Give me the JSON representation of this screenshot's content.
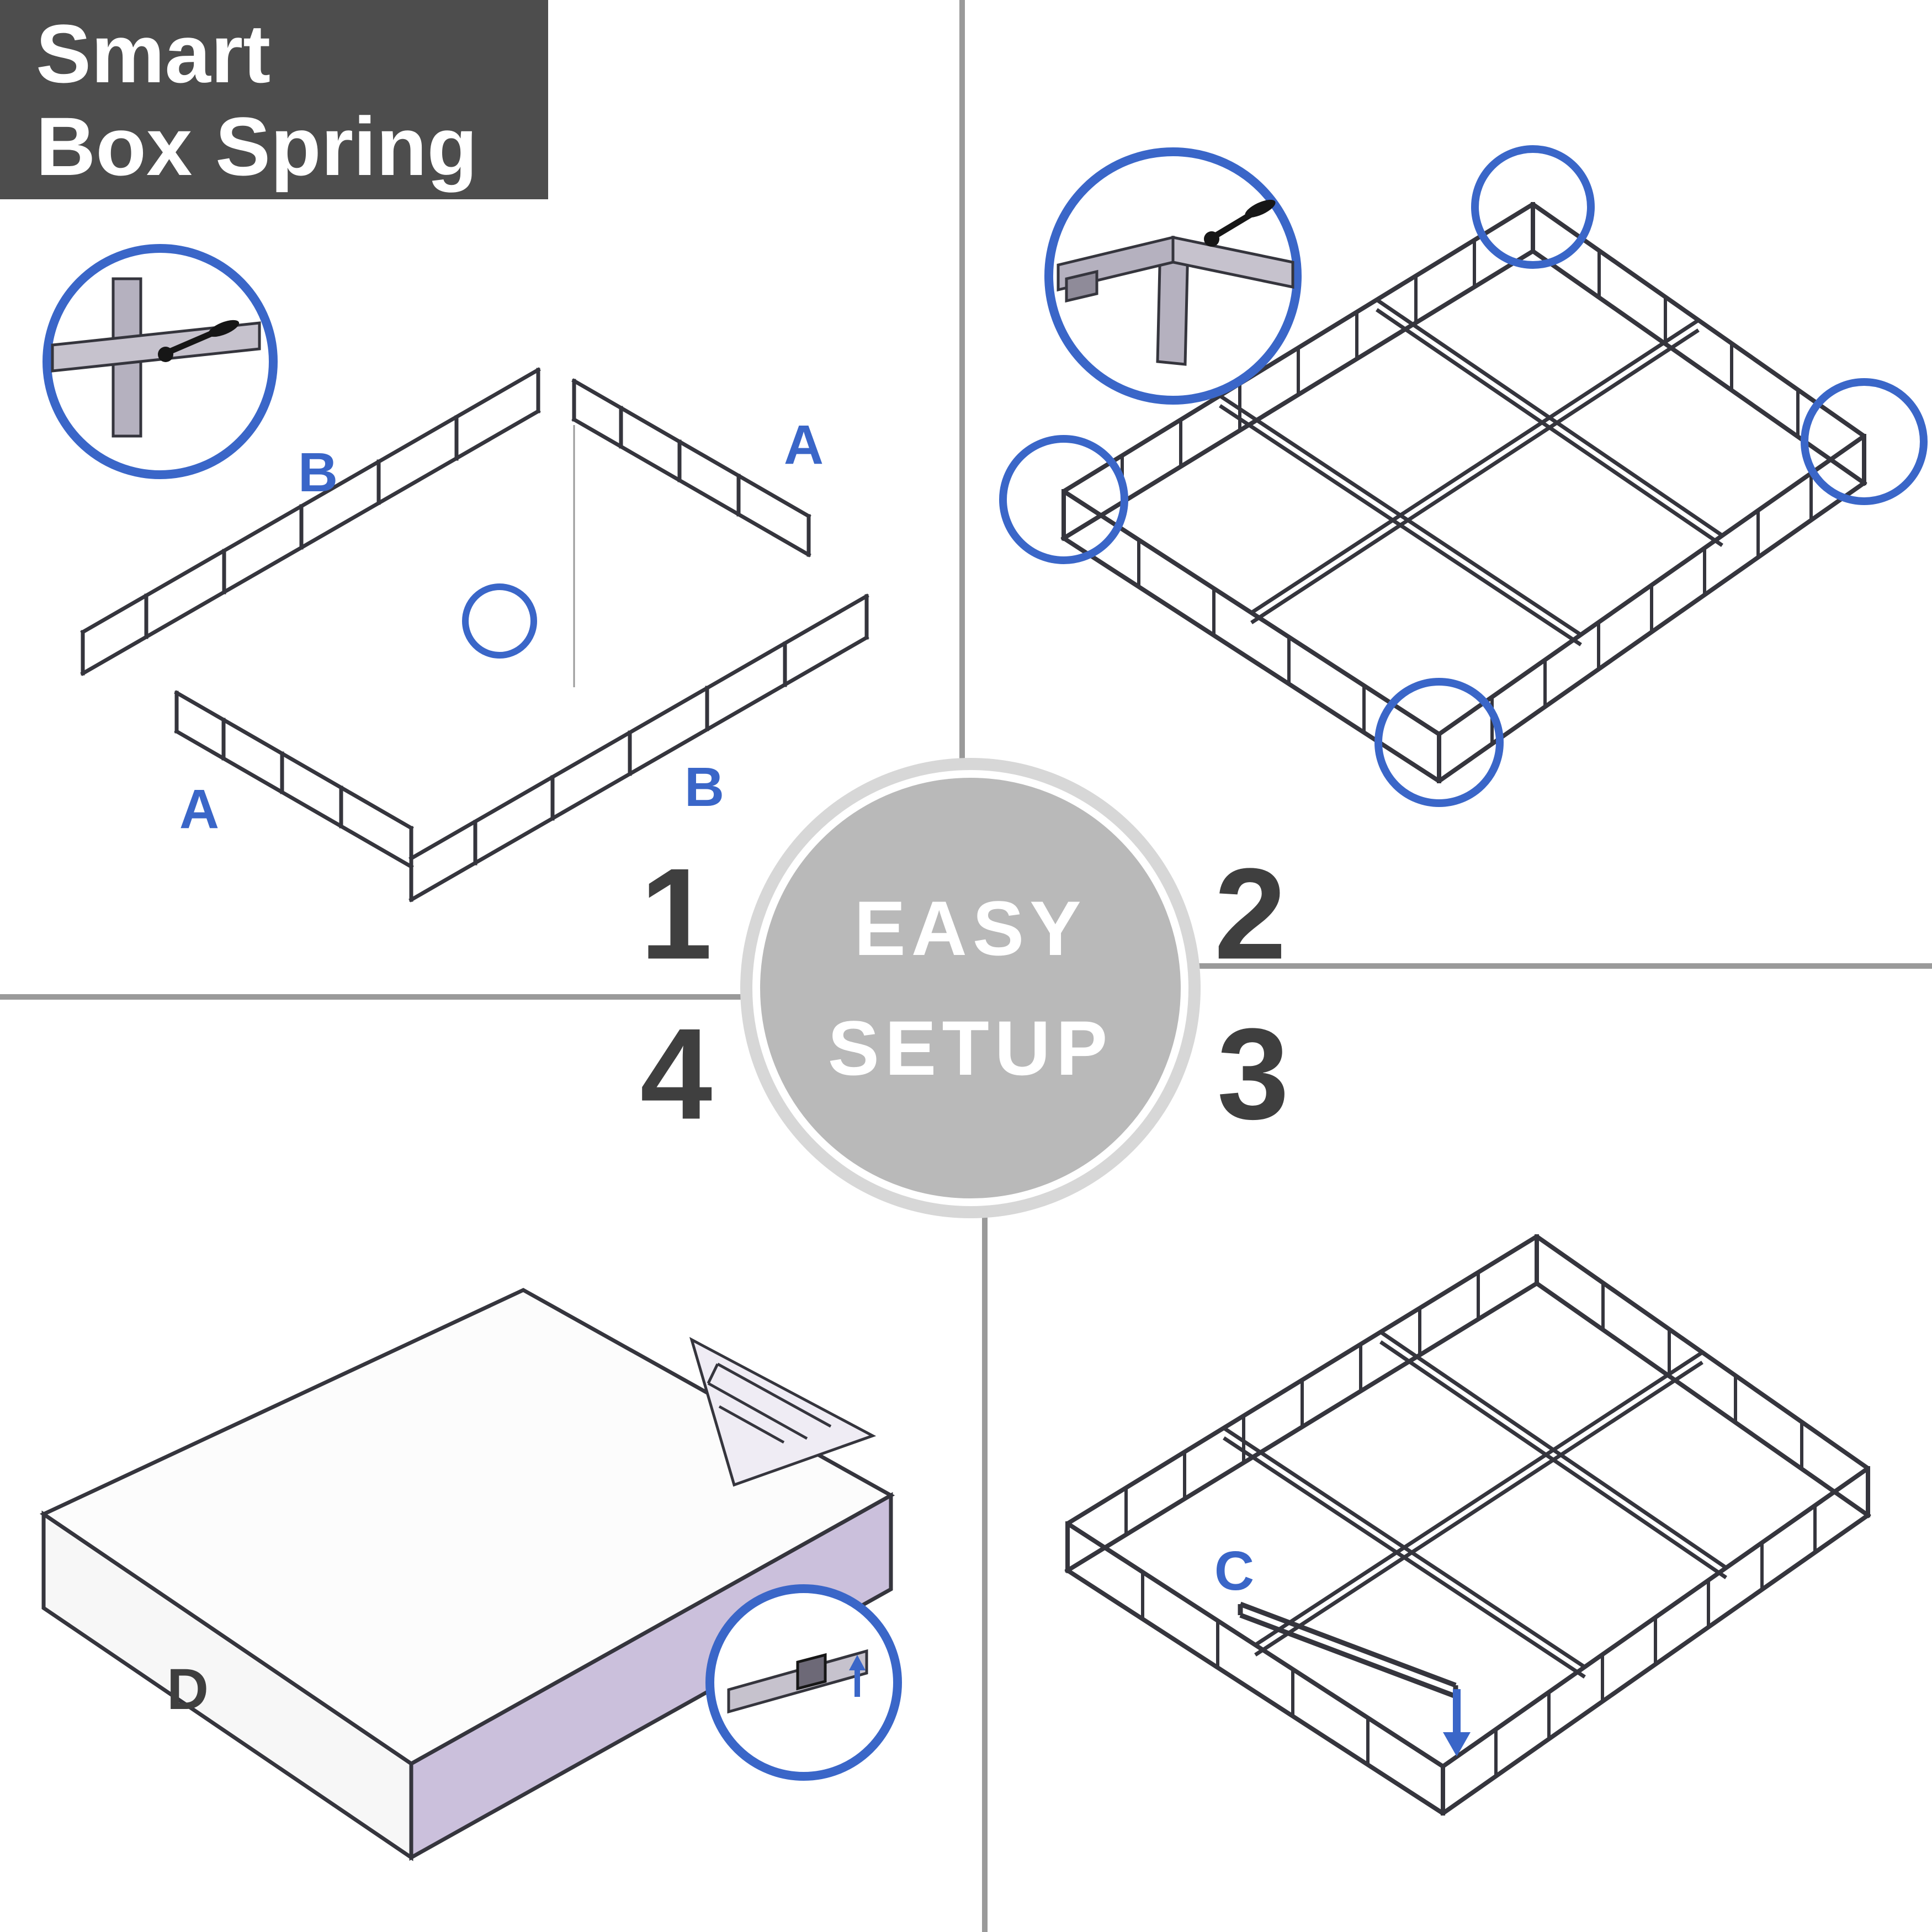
{
  "title": {
    "line1": "Smart",
    "line2": "Box Spring"
  },
  "badge": {
    "line1": "EASY",
    "line2": "SETUP"
  },
  "steps": {
    "one": "1",
    "two": "2",
    "three": "3",
    "four": "4"
  },
  "labels": {
    "b_top": "B",
    "a_top": "A",
    "a_bottom": "A",
    "b_bottom": "B",
    "c": "C",
    "d": "D"
  },
  "colors": {
    "accent_blue": "#3a66c8",
    "title_bg": "#4d4d4d",
    "badge_fill": "#b9b9b9",
    "number_gray": "#3f3f3f",
    "frame_stroke": "#35353d",
    "cover_side": "#cbc0dc",
    "divider": "#9a9a9a"
  }
}
